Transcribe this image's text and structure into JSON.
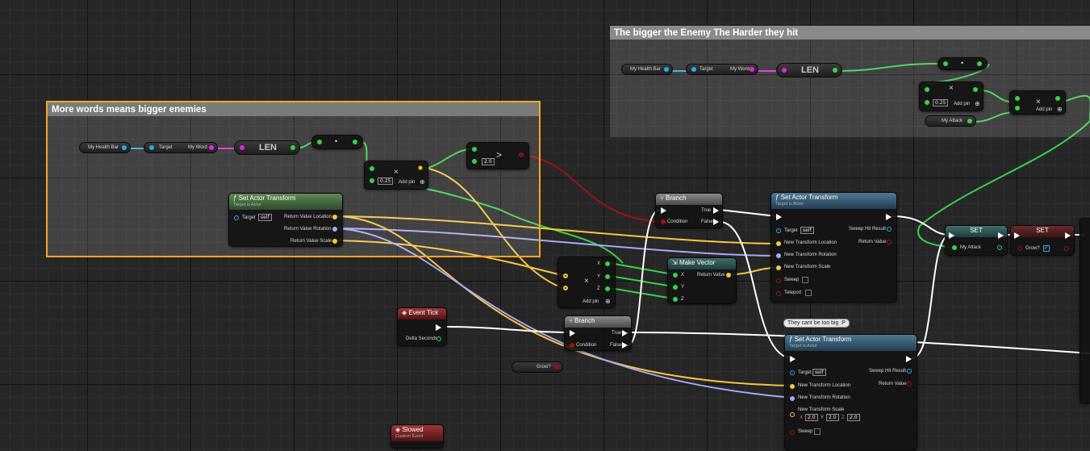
{
  "comments": {
    "right_title": "The bigger the Enemy The Harder they hit",
    "left_title": "More words means bigger enemies"
  },
  "labels": {
    "my_health_bar": "My Health Bar",
    "target": "Target",
    "my_word": "My Word",
    "len": "LEN",
    "dot": "•",
    "multiply": "×",
    "add_pin": "Add pin",
    "greater": ">",
    "my_attack": "My Attack",
    "branch": "Branch",
    "true": "True",
    "false": "False",
    "condition": "Condition",
    "set_actor_transform": "Set Actor Transform",
    "target_is_actor": "Target is Actor",
    "self": "self",
    "return_value_location": "Return Value Location",
    "return_value_rotation": "Return Value Rotation",
    "return_value_scale": "Return Value Scale",
    "sweep_hit_result": "Sweep Hit Result",
    "return_value": "Return Value",
    "new_transform_location": "New Transform Location",
    "new_transform_rotation": "New Transform Rotation",
    "new_transform_scale": "New Transform Scale",
    "sweep": "Sweep",
    "teleport": "Teleport",
    "make_vector": "Make Vector",
    "x": "X",
    "y": "Y",
    "z": "Z",
    "set": "SET",
    "grow": "Grow?",
    "event_tick": "Event Tick",
    "delta_seconds": "Delta Seconds",
    "slowed": "Slowed",
    "custom_event": "Custom Event",
    "comment_bubble": "They cant be too big :P"
  },
  "values": {
    "mult_a": "0.25",
    "mult_b": "0.25",
    "greater_val": "2.0",
    "scale_x": "2.0",
    "scale_y": "2.0",
    "scale_z": "2.0"
  },
  "colors": {
    "exec": "#ffffff",
    "float": "#39d149",
    "boolean": "#a01010",
    "vector": "#f5c542",
    "rotator": "#a7a8f5",
    "object": "#2fa8ea",
    "string": "#ea20e6",
    "selected": "#f5a623"
  }
}
